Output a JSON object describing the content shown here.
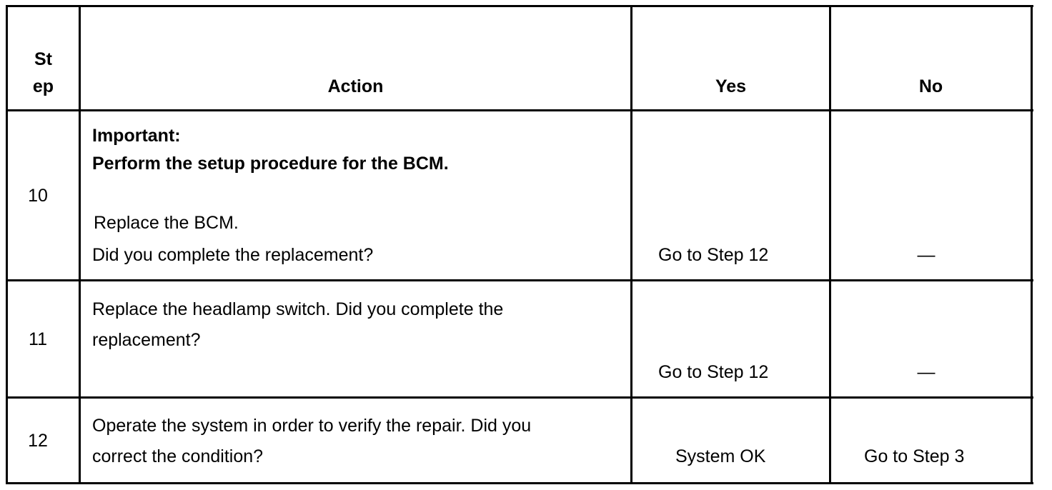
{
  "table": {
    "header": {
      "step_line1": "St",
      "step_line2": "ep",
      "action": "Action",
      "yes": "Yes",
      "no": "No"
    },
    "rows": [
      {
        "step": "10",
        "important_label": "Important:",
        "important_text": "Perform the setup procedure for the BCM.",
        "action_line1": "Replace the BCM.",
        "action_line2": "Did you complete the replacement?",
        "yes": "Go to Step 12",
        "no": "—"
      },
      {
        "step": "11",
        "action_line1": "Replace the headlamp switch. Did you complete the",
        "action_line2": "replacement?",
        "yes": "Go to Step 12",
        "no": "—"
      },
      {
        "step": "12",
        "action_line1": "Operate the system in order to verify the repair. Did you",
        "action_line2": "correct the condition?",
        "yes": "System OK",
        "no": "Go to Step 3"
      }
    ]
  }
}
